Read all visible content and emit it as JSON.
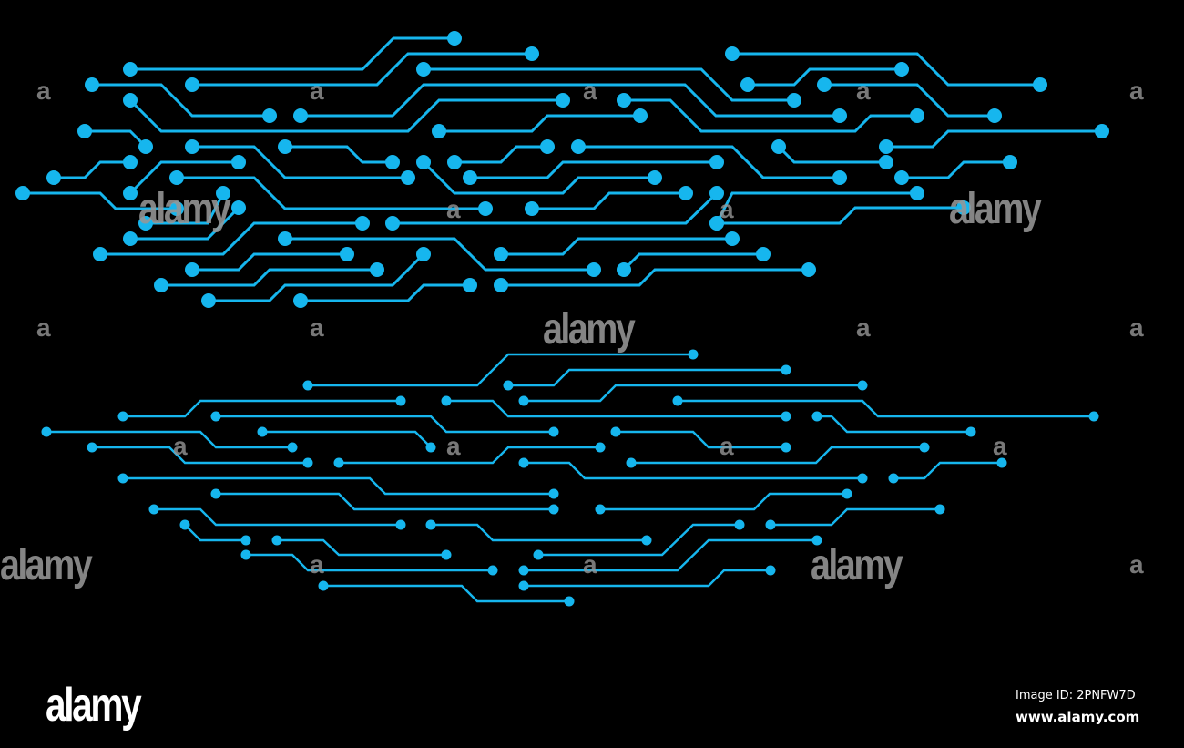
{
  "watermark": {
    "word": "alamy",
    "letter": "a"
  },
  "footer": {
    "logo": "alamy",
    "image_id": "Image ID: 2PNFW7D",
    "url": "www.alamy.com"
  },
  "colors": {
    "background": "#000000",
    "circuit_trace": "#16b6ee",
    "watermark": "#969696",
    "footer_text": "#ffffff"
  },
  "illustration": {
    "subject": "circuit-board-traces",
    "groups": [
      "upper-circuit-cluster",
      "lower-circuit-cluster"
    ]
  }
}
